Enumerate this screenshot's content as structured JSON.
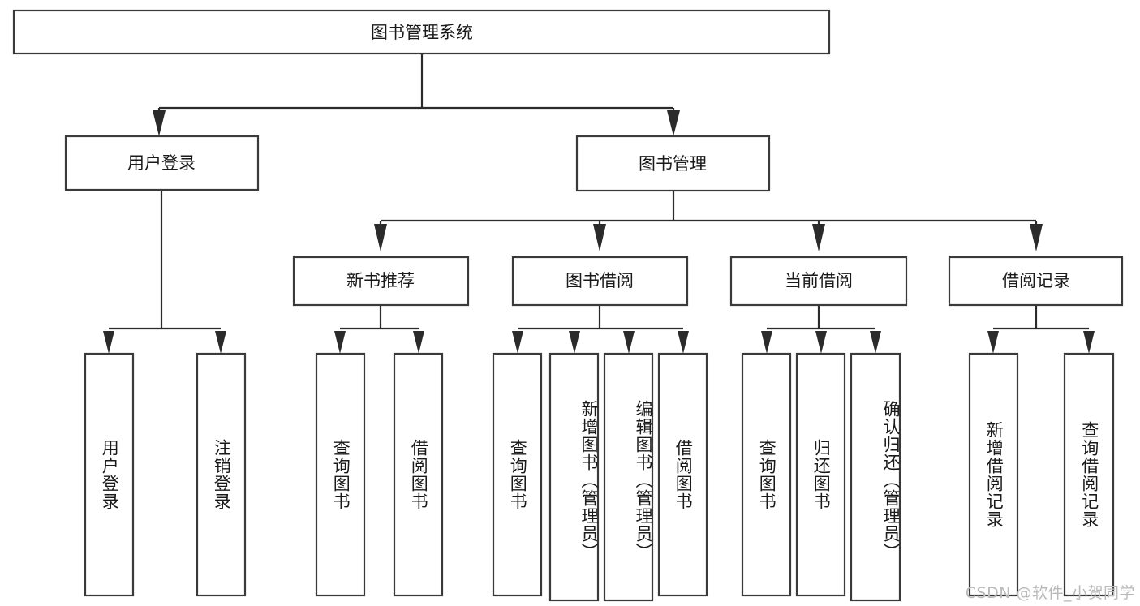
{
  "diagram": {
    "type": "tree-hierarchy-chart",
    "title": "图书管理系统",
    "orientation": "top-down",
    "colors": {
      "box_stroke": "#3a3a3a",
      "box_fill": "#ffffff",
      "edge": "#2b2b2b",
      "text": "#1a1a1a",
      "watermark": "#b9b9b9",
      "background": "#ffffff"
    },
    "levels": {
      "root": {
        "label": "图书管理系统"
      },
      "level2": [
        {
          "id": "user-login",
          "label": "用户登录"
        },
        {
          "id": "book-management",
          "label": "图书管理"
        }
      ],
      "level3": [
        {
          "id": "new-book-recommend",
          "label": "新书推荐",
          "parent": "book-management"
        },
        {
          "id": "book-borrow",
          "label": "图书借阅",
          "parent": "book-management"
        },
        {
          "id": "current-borrow",
          "label": "当前借阅",
          "parent": "book-management"
        },
        {
          "id": "borrow-record",
          "label": "借阅记录",
          "parent": "book-management"
        }
      ],
      "leaves": {
        "user-login": [
          {
            "id": "leaf-user-login",
            "label": "用户登录"
          },
          {
            "id": "leaf-logout-login",
            "label": "注销登录"
          }
        ],
        "new-book-recommend": [
          {
            "id": "leaf-query-book-1",
            "label": "查询图书"
          },
          {
            "id": "leaf-borrow-book-1",
            "label": "借阅图书"
          }
        ],
        "book-borrow": [
          {
            "id": "leaf-query-book-2",
            "label": "查询图书"
          },
          {
            "id": "leaf-add-book-admin",
            "label": "新增图书（管理员）"
          },
          {
            "id": "leaf-edit-book-admin",
            "label": "编辑图书（管理员）"
          },
          {
            "id": "leaf-borrow-book-2",
            "label": "借阅图书"
          }
        ],
        "current-borrow": [
          {
            "id": "leaf-query-book-3",
            "label": "查询图书"
          },
          {
            "id": "leaf-return-book",
            "label": "归还图书"
          },
          {
            "id": "leaf-confirm-return-admin",
            "label": "确认归还（管理员）"
          }
        ],
        "borrow-record": [
          {
            "id": "leaf-add-borrow-record",
            "label": "新增借阅记录"
          },
          {
            "id": "leaf-query-borrow-record",
            "label": "查询借阅记录"
          }
        ]
      }
    },
    "watermark": "CSDN @软件_小贺同学"
  }
}
